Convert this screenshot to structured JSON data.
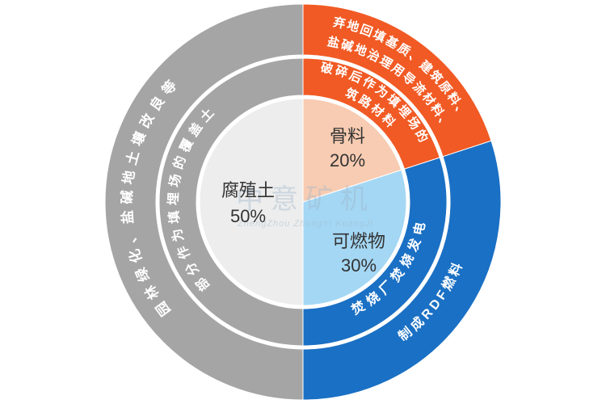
{
  "page": {
    "background": "#ffffff"
  },
  "watermark": {
    "text_cn": "中意矿机",
    "text_en": "ZhengZhou ZhongYi KuangJi"
  },
  "chart_data": {
    "type": "pie",
    "variant": "three-ring donut: inner pie with share labels plus two concentric annotation rings describing uses",
    "units": "%",
    "start_angle_deg": 0,
    "direction": "clockwise",
    "legend_position": "none",
    "title": "",
    "slices": [
      {
        "label": "骨料",
        "pct": "20%",
        "value": 20,
        "inner_color": "#f8ccb2",
        "ring_color": "#f15a24",
        "middle_ring_lines": [
          "破碎后作为填埋场的",
          "筑路材料"
        ],
        "outer_ring_lines": [
          "弃地回填基质、建筑原料、",
          "盐碱地治理用导流材料、"
        ]
      },
      {
        "label": "可燃物",
        "pct": "30%",
        "value": 30,
        "inner_color": "#a4d7f4",
        "ring_color": "#1a70c4",
        "middle_ring_lines": [
          "焚烧厂焚烧发电"
        ],
        "outer_ring_lines": [
          "制成RDF燃料"
        ]
      },
      {
        "label": "腐殖土",
        "pct": "50%",
        "value": 50,
        "inner_color": "#ededed",
        "ring_color": "#a5a5a5",
        "middle_ring_lines": [
          "部分作为填埋场的覆盖土"
        ],
        "outer_ring_lines": [
          "园林绿化、盐碱地土壤改良等"
        ]
      }
    ]
  }
}
